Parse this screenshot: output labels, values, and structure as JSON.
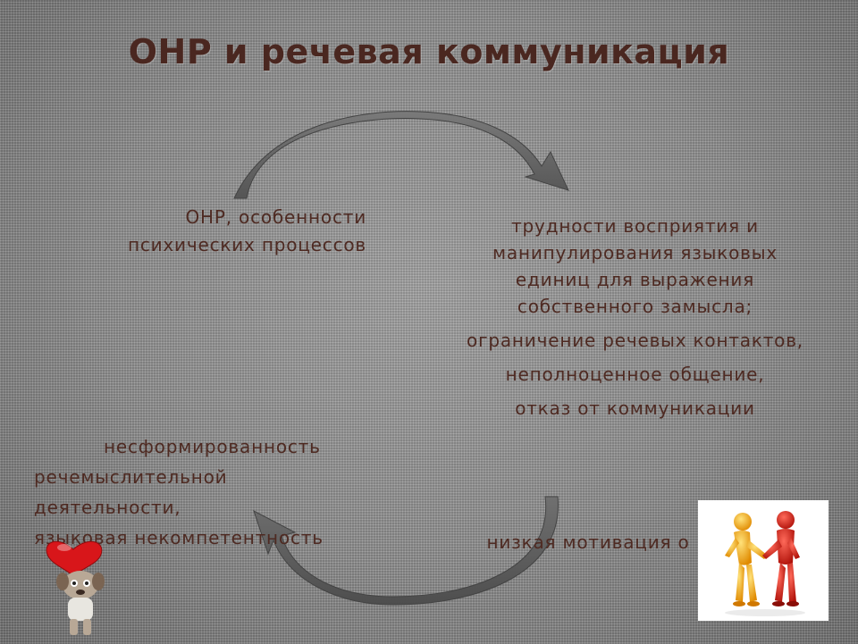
{
  "slide": {
    "title": "ОНР и речевая коммуникация",
    "top_left": [
      "ОНР, особенности",
      "психических процессов"
    ],
    "top_right": [
      "трудности восприятия и манипулирования языковых единиц для выражения собственного замысла;",
      "ограничение речевых контактов,",
      "неполноценное общение,",
      "отказ от коммуникации"
    ],
    "bottom_left": [
      "несформированность",
      "речемыслительной деятельности,",
      "языковая некомпетентность"
    ],
    "bottom_right": "низкая мотивация о"
  },
  "colors": {
    "text": "#4e2a22",
    "title": "#4a2720",
    "background": "#8d8d8d",
    "arrow": "#6b6b6b"
  },
  "icons": [
    "curved-arrow-top-icon",
    "curved-arrow-bottom-icon",
    "handshake-figures-icon",
    "heart-mascot-icon"
  ]
}
